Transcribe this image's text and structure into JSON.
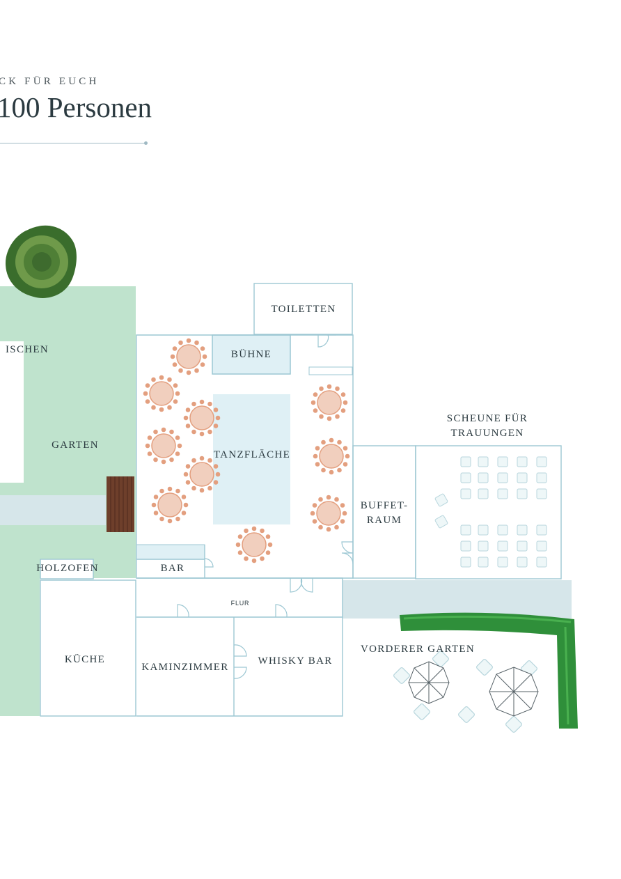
{
  "header": {
    "eyebrow": "CK FÜR EUCH",
    "headline": "100 Personen"
  },
  "rooms": {
    "toiletten": "TOILETTEN",
    "buehne": "BÜHNE",
    "tanzflaeche": "TANZFLÄCHE",
    "garten": "GARTEN",
    "garten_ischen": "ISCHEN",
    "scheune_line1": "SCHEUNE FÜR",
    "scheune_line2": "TRAUUNGEN",
    "buffet_line1": "BUFFET-",
    "buffet_line2": "RAUM",
    "holzofen": "HOLZOFEN",
    "bar": "BAR",
    "flur": "FLUR",
    "kueche": "KÜCHE",
    "kaminzimmer": "KAMINZIMMER",
    "whisky_bar": "WHISKY BAR",
    "vorderer_garten": "VORDERER GARTEN"
  },
  "colors": {
    "garden_green": "#bfe3cd",
    "stage_blue": "#dff0f5",
    "wall_line": "#9cc7d3",
    "path_grey": "#d6e6ea",
    "table_fill": "#f1cfbe",
    "chair_fill": "#e39f7f",
    "deck_brown": "#6e3f2b",
    "hedge_green": "#2f8f3a",
    "tree_dark": "#3a6d2c",
    "tree_light": "#6f9a4a"
  },
  "icons": {
    "tree": "tree-icon",
    "umbrella": "umbrella-icon",
    "round_table": "round-table-icon",
    "door": "door-icon"
  }
}
